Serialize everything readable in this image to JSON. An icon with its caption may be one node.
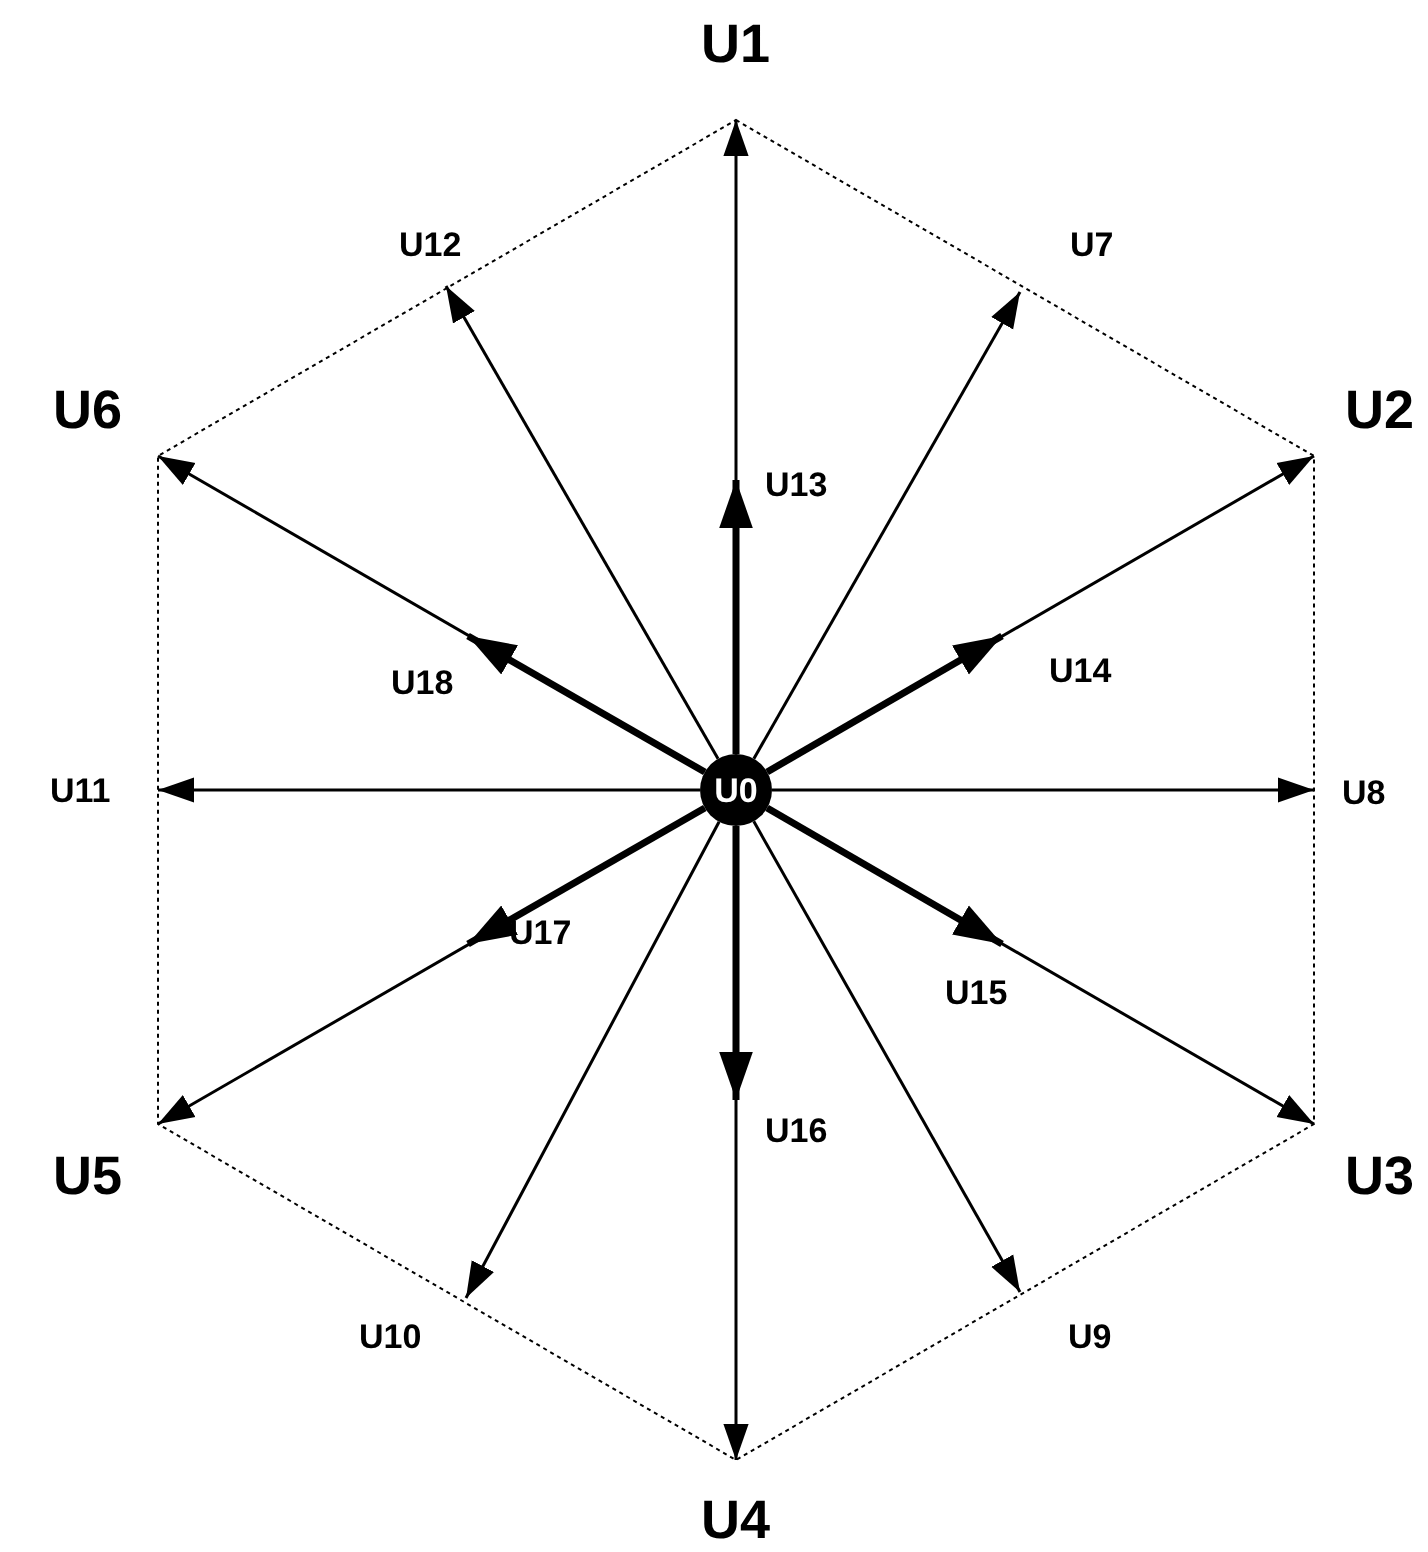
{
  "diagram": {
    "nodes": [
      {
        "text": [
          "U1"
        ]
      },
      {
        "text": [
          "U12"
        ]
      },
      {
        "text": [
          "U7"
        ]
      },
      {
        "text": [
          "U6"
        ]
      },
      {
        "text": [
          "U13"
        ]
      },
      {
        "text": [
          "U2"
        ]
      },
      {
        "text": [
          "U18"
        ]
      },
      {
        "text": [
          "U14"
        ]
      },
      {
        "text": [
          "U11"
        ]
      },
      {
        "text": [
          "U0"
        ]
      },
      {
        "text": [
          "U8"
        ]
      },
      {
        "text": [
          "U17"
        ]
      },
      {
        "text": [
          "U15"
        ]
      },
      {
        "text": [
          "U16"
        ]
      },
      {
        "text": [
          "U5"
        ]
      },
      {
        "text": [
          "U3"
        ]
      },
      {
        "text": [
          "U10"
        ]
      },
      {
        "text": [
          "U9"
        ]
      },
      {
        "text": [
          "U4"
        ]
      }
    ],
    "edges": [
      {
        "from": 9,
        "to": 0,
        "arrow": "to"
      },
      {
        "from": 9,
        "to": 5,
        "arrow": "to"
      },
      {
        "from": 9,
        "to": 15,
        "arrow": "to"
      },
      {
        "from": 9,
        "to": 18,
        "arrow": "to"
      },
      {
        "from": 9,
        "to": 14,
        "arrow": "to"
      },
      {
        "from": 9,
        "to": 3,
        "arrow": "to"
      },
      {
        "from": 9,
        "to": 2,
        "arrow": "to"
      },
      {
        "from": 9,
        "to": 10,
        "arrow": "to"
      },
      {
        "from": 9,
        "to": 17,
        "arrow": "to"
      },
      {
        "from": 9,
        "to": 16,
        "arrow": "to"
      },
      {
        "from": 9,
        "to": 8,
        "arrow": "to"
      },
      {
        "from": 9,
        "to": 1,
        "arrow": "to"
      },
      {
        "from": 9,
        "to": 4,
        "arrow": "to",
        "style": "thick"
      },
      {
        "from": 9,
        "to": 7,
        "arrow": "to",
        "style": "thick"
      },
      {
        "from": 9,
        "to": 12,
        "arrow": "to",
        "style": "thick"
      },
      {
        "from": 9,
        "to": 13,
        "arrow": "to",
        "style": "thick"
      },
      {
        "from": 9,
        "to": 11,
        "arrow": "to",
        "style": "thick"
      },
      {
        "from": 9,
        "to": 6,
        "arrow": "to",
        "style": "thick"
      }
    ]
  }
}
